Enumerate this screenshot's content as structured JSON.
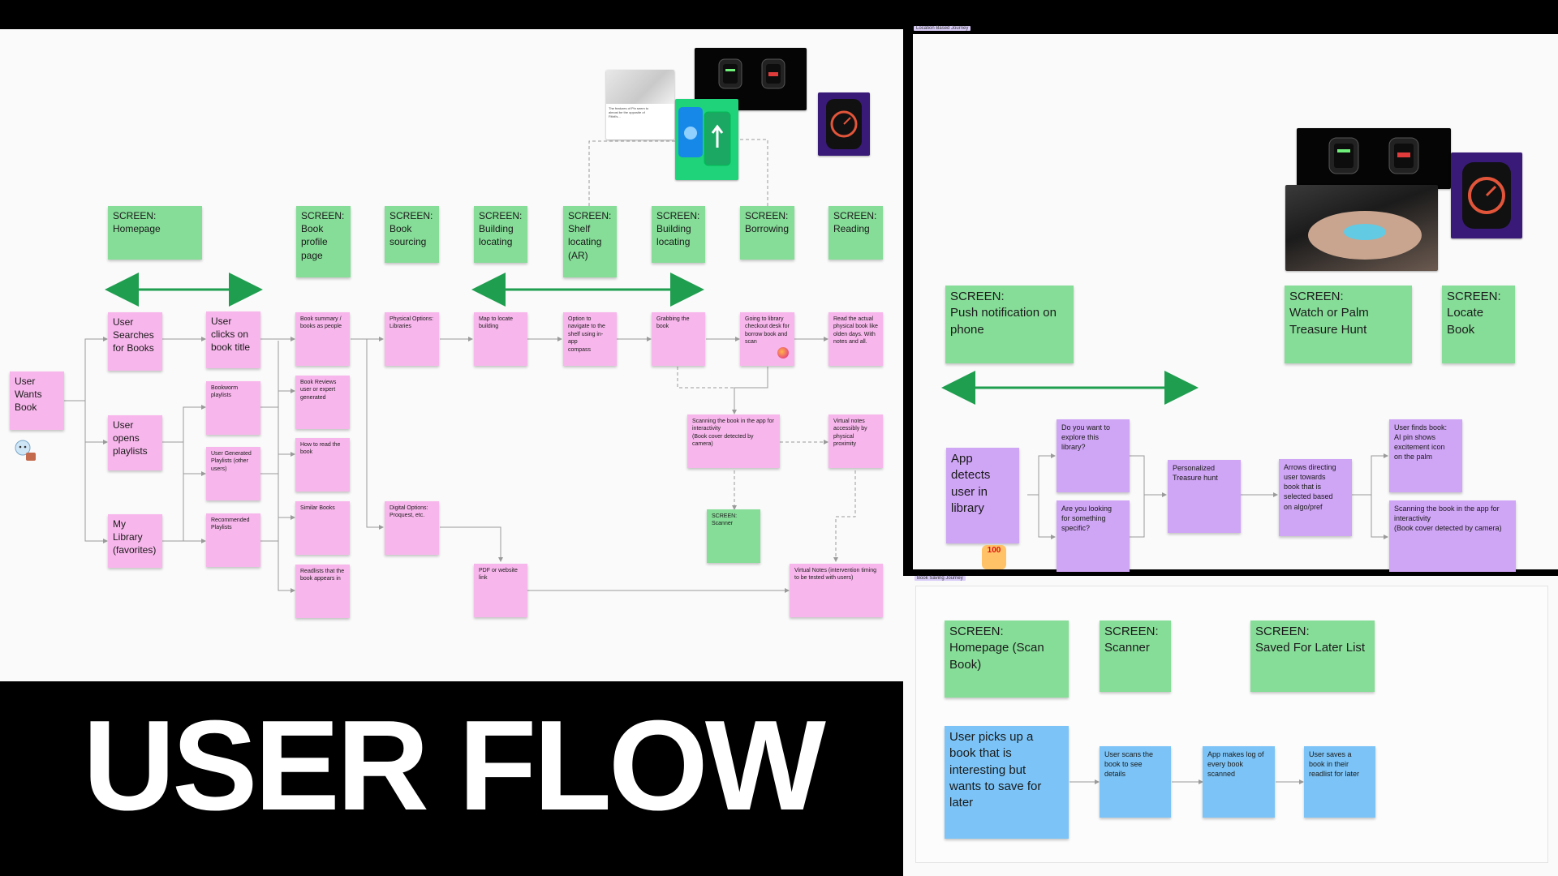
{
  "title": "USER FLOW",
  "frames": {
    "location": "Location Based Journey",
    "saving": "Book Saving Journey"
  },
  "colors": {
    "screen": "#86dd98",
    "step_pink": "#f8b7ec",
    "step_purple": "#cfa5f5",
    "step_blue": "#7cc4f7",
    "connector_green": "#1f9e4f",
    "connector_gray": "#9a9a9a"
  },
  "main_flow": {
    "screens": {
      "homepage": "SCREEN:\nHomepage",
      "book_profile": "SCREEN:\nBook\nprofile\npage",
      "book_sourcing": "SCREEN:\nBook\nsourcing",
      "building_locating_1": "SCREEN:\nBuilding\nlocating",
      "shelf_locating": "SCREEN:\nShelf\nlocating\n(AR)",
      "building_locating_2": "SCREEN:\nBuilding\nlocating",
      "borrowing": "SCREEN:\nBorrowing",
      "reading": "SCREEN:\nReading",
      "scanner": "SCREEN:\nScanner"
    },
    "steps": {
      "user_wants_book": "User\nWants\nBook",
      "user_searches": "User\nSearches\nfor Books",
      "user_opens_playlists": "User\nopens\nplaylists",
      "my_library": "My Library\n(favorites)",
      "user_clicks_title": "User\nclicks on\nbook title",
      "bookworm_playlists": "Bookworm\nplaylists",
      "user_generated_playlists": "User Generated\nPlaylists (other\nusers)",
      "recommended_playlists": "Recommended\nPlaylists",
      "book_summary": "Book summary /\nbooks as people",
      "book_reviews": "Book Reviews\nuser or expert\ngenerated",
      "how_to_read": "How to read the\nbook",
      "similar_books": "Similar Books",
      "readlists": "Readlists that the\nbook appears in",
      "physical_options": "Physical Options:\nLibraries",
      "digital_options": "Digital Options:\nProquest, etc.",
      "map_to_locate": "Map to locate\nbuilding",
      "pdf_link": "PDF or website\nlink",
      "option_navigate": "Option to\nnavigate to the\nshelf using in-app\ncompass",
      "grabbing_book": "Grabbing the\nbook",
      "going_to_library": "Going to library\ncheckout desk for\nborrow book and\nscan",
      "read_physical": "Read the actual\nphysical book like\nolden days. With\nnotes and all.",
      "scanning_book": "Scanning the book in the app for\ninteractivity\n(Book cover detected by camera)",
      "virtual_notes_proximity": "Virtual notes\naccessibly by\nphysical proximity",
      "virtual_notes_timing": "Virtual Notes (intervention timing\nto be tested with users)"
    },
    "reference_text": "The features of Pin seem to\nalmost be the opposite of\nFitbit's..."
  },
  "location_journey": {
    "screens": {
      "push_notification": "SCREEN:\nPush notification on\nphone",
      "watch_palm": "SCREEN:\nWatch or Palm\nTreasure Hunt",
      "locate_book": "SCREEN:\nLocate\nBook"
    },
    "steps": {
      "app_detects": "App\ndetects\nuser in\nlibrary",
      "explore_library": "Do you want to\nexplore this\nlibrary?",
      "looking_specific": "Are you looking\nfor something\nspecific?",
      "personalized_hunt": "Personalized\nTreasure hunt",
      "arrows_directing": "Arrows directing\nuser towards\nbook that is\nselected based\non algo/pref",
      "user_finds_book": "User finds book:\nAI pin shows\nexcitement icon\non the palm",
      "scanning_book": "Scanning the book in the app for\ninteractivity\n(Book cover detected by camera)"
    },
    "sticker": "100"
  },
  "saving_journey": {
    "screens": {
      "homepage_scan": "SCREEN:\nHomepage (Scan\nBook)",
      "scanner": "SCREEN:\nScanner",
      "saved_list": "SCREEN:\nSaved For Later List"
    },
    "steps": {
      "user_picks_up": "User picks up a\nbook that is\ninteresting but\nwants to save for\nlater",
      "user_scans": "User scans the\nbook to see\ndetails",
      "app_logs": "App makes log of\nevery book\nscanned",
      "user_saves": "User saves a\nbook in their\nreadlist for later"
    }
  }
}
